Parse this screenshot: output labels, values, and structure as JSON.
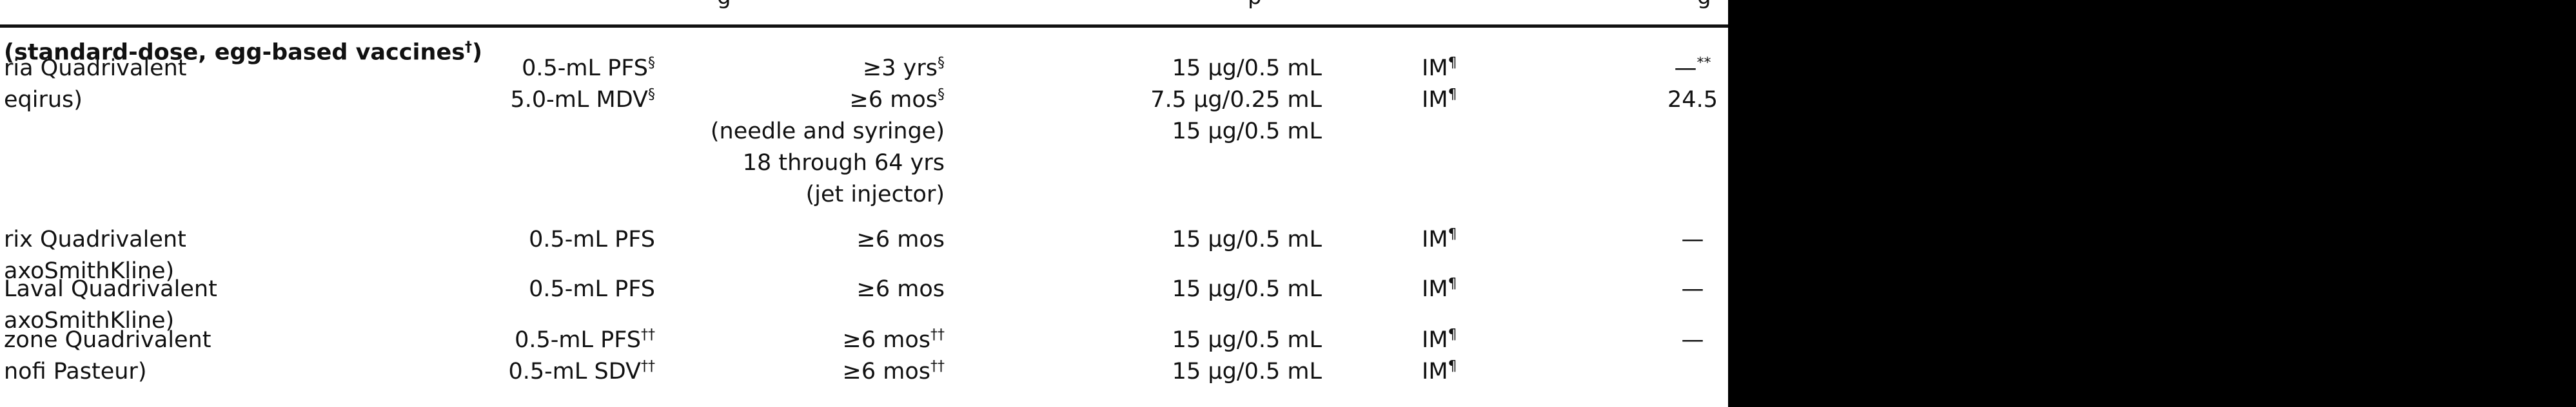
{
  "top_header_fragment": {
    "left": "g",
    "mid": "p",
    "right": "g"
  },
  "section": {
    "title": "(standard-dose, egg-based vaccines",
    "title_sup": "†",
    "title_close": ")"
  },
  "rows": [
    {
      "name": [
        "ria Quadrivalent",
        "eqirus)"
      ],
      "presentation": [
        {
          "text": "0.5-mL PFS",
          "sup": "§"
        },
        {
          "text": "5.0-mL MDV",
          "sup": "§"
        }
      ],
      "age": [
        {
          "text": "≥3 yrs",
          "sup": "§"
        },
        {
          "text": "≥6 mos",
          "sup": "§"
        },
        {
          "text": "(needle and syringe)",
          "sup": ""
        },
        {
          "text": "18 through 64 yrs",
          "sup": ""
        },
        {
          "text": "(jet injector)",
          "sup": ""
        }
      ],
      "ha": [
        {
          "text": "15 μg/0.5 mL"
        },
        {
          "text": "7.5 μg/0.25 mL"
        },
        {
          "text": "15 μg/0.5 mL"
        }
      ],
      "route": [
        {
          "text": "IM",
          "sup": "¶"
        },
        {
          "text": "IM",
          "sup": "¶"
        }
      ],
      "mercury": [
        {
          "text": "—",
          "sup": "**"
        },
        {
          "text": "24.5",
          "sup": ""
        }
      ]
    },
    {
      "name": [
        "rix Quadrivalent",
        "axoSmithKline)"
      ],
      "presentation": [
        {
          "text": "0.5-mL PFS",
          "sup": ""
        }
      ],
      "age": [
        {
          "text": "≥6 mos",
          "sup": ""
        }
      ],
      "ha": [
        {
          "text": "15 μg/0.5 mL"
        }
      ],
      "route": [
        {
          "text": "IM",
          "sup": "¶"
        }
      ],
      "mercury": [
        {
          "text": "—",
          "sup": ""
        }
      ]
    },
    {
      "name": [
        "Laval Quadrivalent",
        "axoSmithKline)"
      ],
      "presentation": [
        {
          "text": "0.5-mL PFS",
          "sup": ""
        }
      ],
      "age": [
        {
          "text": "≥6 mos",
          "sup": ""
        }
      ],
      "ha": [
        {
          "text": "15 μg/0.5 mL"
        }
      ],
      "route": [
        {
          "text": "IM",
          "sup": "¶"
        }
      ],
      "mercury": [
        {
          "text": "—",
          "sup": ""
        }
      ]
    },
    {
      "name": [
        "zone Quadrivalent",
        "nofi Pasteur)"
      ],
      "presentation": [
        {
          "text": "0.5-mL PFS",
          "sup": "††"
        },
        {
          "text": "0.5-mL SDV",
          "sup": "††"
        }
      ],
      "age": [
        {
          "text": "≥6 mos",
          "sup": "††"
        },
        {
          "text": "≥6 mos",
          "sup": "††"
        }
      ],
      "ha": [
        {
          "text": "15 μg/0.5 mL"
        },
        {
          "text": "15 μg/0.5 mL"
        }
      ],
      "route": [
        {
          "text": "IM",
          "sup": "¶"
        },
        {
          "text": "IM",
          "sup": "¶"
        }
      ],
      "mercury": [
        {
          "text": "—",
          "sup": ""
        }
      ]
    }
  ]
}
